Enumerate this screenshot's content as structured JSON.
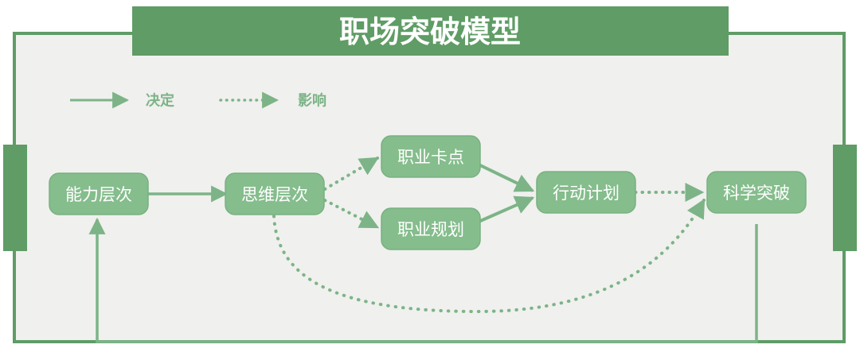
{
  "title": "职场突破模型",
  "colors": {
    "background": "#ffffff",
    "canvas": "#f0f0ee",
    "banner_green": "#5f9c66",
    "frame_green": "#5f9c66",
    "node_fill": "#85bd8c",
    "node_stroke": "#79b181",
    "edge_green": "#7cb487",
    "label_white": "#ffffff"
  },
  "legend": {
    "items": [
      {
        "label": "决定",
        "style": "solid"
      },
      {
        "label": "影响",
        "style": "dotted"
      }
    ]
  },
  "nodes": [
    {
      "id": "ability",
      "label": "能力层次"
    },
    {
      "id": "mindset",
      "label": "思维层次"
    },
    {
      "id": "blocker",
      "label": "职业卡点"
    },
    {
      "id": "planning",
      "label": "职业规划"
    },
    {
      "id": "action",
      "label": "行动计划"
    },
    {
      "id": "breakthrough",
      "label": "科学突破"
    }
  ],
  "edges": [
    {
      "from": "ability",
      "to": "mindset",
      "style": "solid",
      "relation": "决定"
    },
    {
      "from": "mindset",
      "to": "blocker",
      "style": "dotted",
      "relation": "影响"
    },
    {
      "from": "mindset",
      "to": "planning",
      "style": "dotted",
      "relation": "影响"
    },
    {
      "from": "blocker",
      "to": "action",
      "style": "solid",
      "relation": "决定"
    },
    {
      "from": "planning",
      "to": "action",
      "style": "solid",
      "relation": "决定"
    },
    {
      "from": "action",
      "to": "breakthrough",
      "style": "dotted",
      "relation": "影响"
    },
    {
      "from": "mindset",
      "to": "breakthrough",
      "style": "dotted",
      "relation": "影响"
    },
    {
      "from": "breakthrough",
      "to": "ability",
      "style": "solid",
      "relation": "决定"
    }
  ]
}
